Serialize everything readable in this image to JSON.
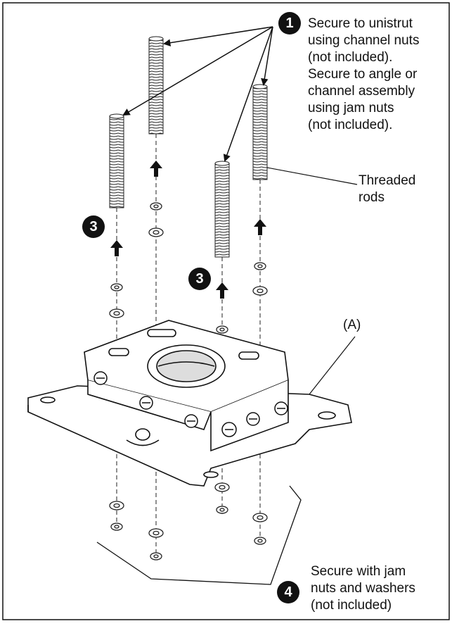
{
  "callouts": {
    "step1": {
      "badge": "1",
      "text": "Secure to unistrut\nusing channel nuts\n(not included).\nSecure to angle or\nchannel assembly\nusing jam nuts\n(not included)."
    },
    "step3_left": {
      "badge": "3"
    },
    "step3_center": {
      "badge": "3"
    },
    "step4": {
      "badge": "4",
      "text": "Secure with jam\nnuts and washers\n(not included)"
    },
    "threaded_rods": "Threaded\nrods",
    "part_a": "(A)"
  },
  "colors": {
    "ink": "#111111",
    "paper": "#ffffff",
    "shade": "#d9d9d9"
  }
}
